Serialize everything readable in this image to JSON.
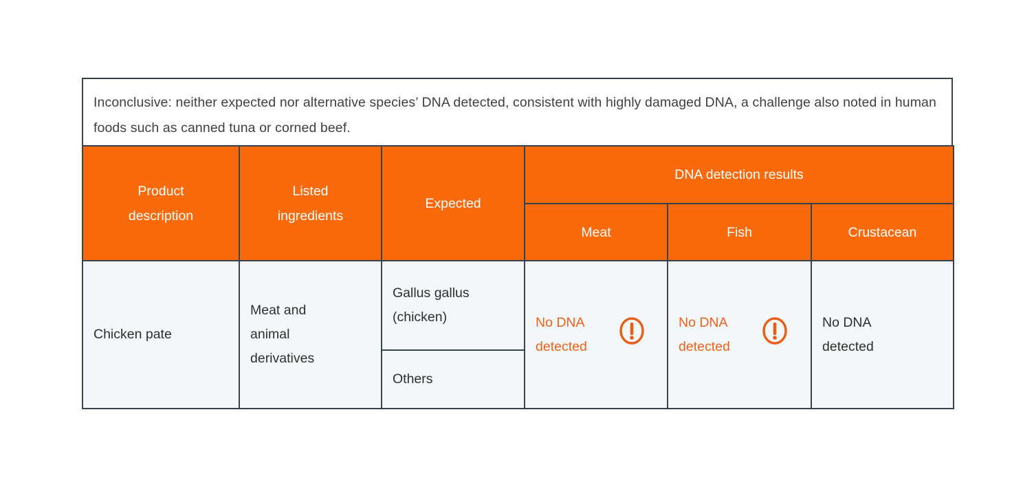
{
  "note": {
    "text": "Inconclusive: neither expected nor alternative species’ DNA detected, consistent with highly damaged DNA, a challenge also noted in human foods such as canned tuna or corned beef."
  },
  "table": {
    "headers": {
      "product": "Product description",
      "ingredients": "Listed ingredients",
      "expected": "Expected",
      "dna_group": "DNA detection results",
      "sub": {
        "meat": "Meat",
        "fish": "Fish",
        "crustacean": "Crustacean"
      }
    },
    "row": {
      "product": "Chicken pate",
      "ingredients": "Meat and animal derivatives",
      "expected_primary": "Gallus gallus (chicken)",
      "expected_secondary": "Others",
      "results": {
        "meat": {
          "text": "No DNA detected",
          "warning": true
        },
        "fish": {
          "text": "No DNA detected",
          "warning": true
        },
        "crustacean": {
          "text": "No DNA detected",
          "warning": false
        }
      }
    }
  },
  "icons": {
    "warning": "exclamation-circle-icon"
  },
  "colors": {
    "header_orange": "#f96a0c",
    "warning_text_orange": "#ee6118",
    "warning_icon_orange": "#e95d17",
    "border_slate": "#37424b",
    "body_cell_background": "#f4f7fa",
    "body_text": "#2e2e2e",
    "note_text": "#3f3f3f"
  }
}
